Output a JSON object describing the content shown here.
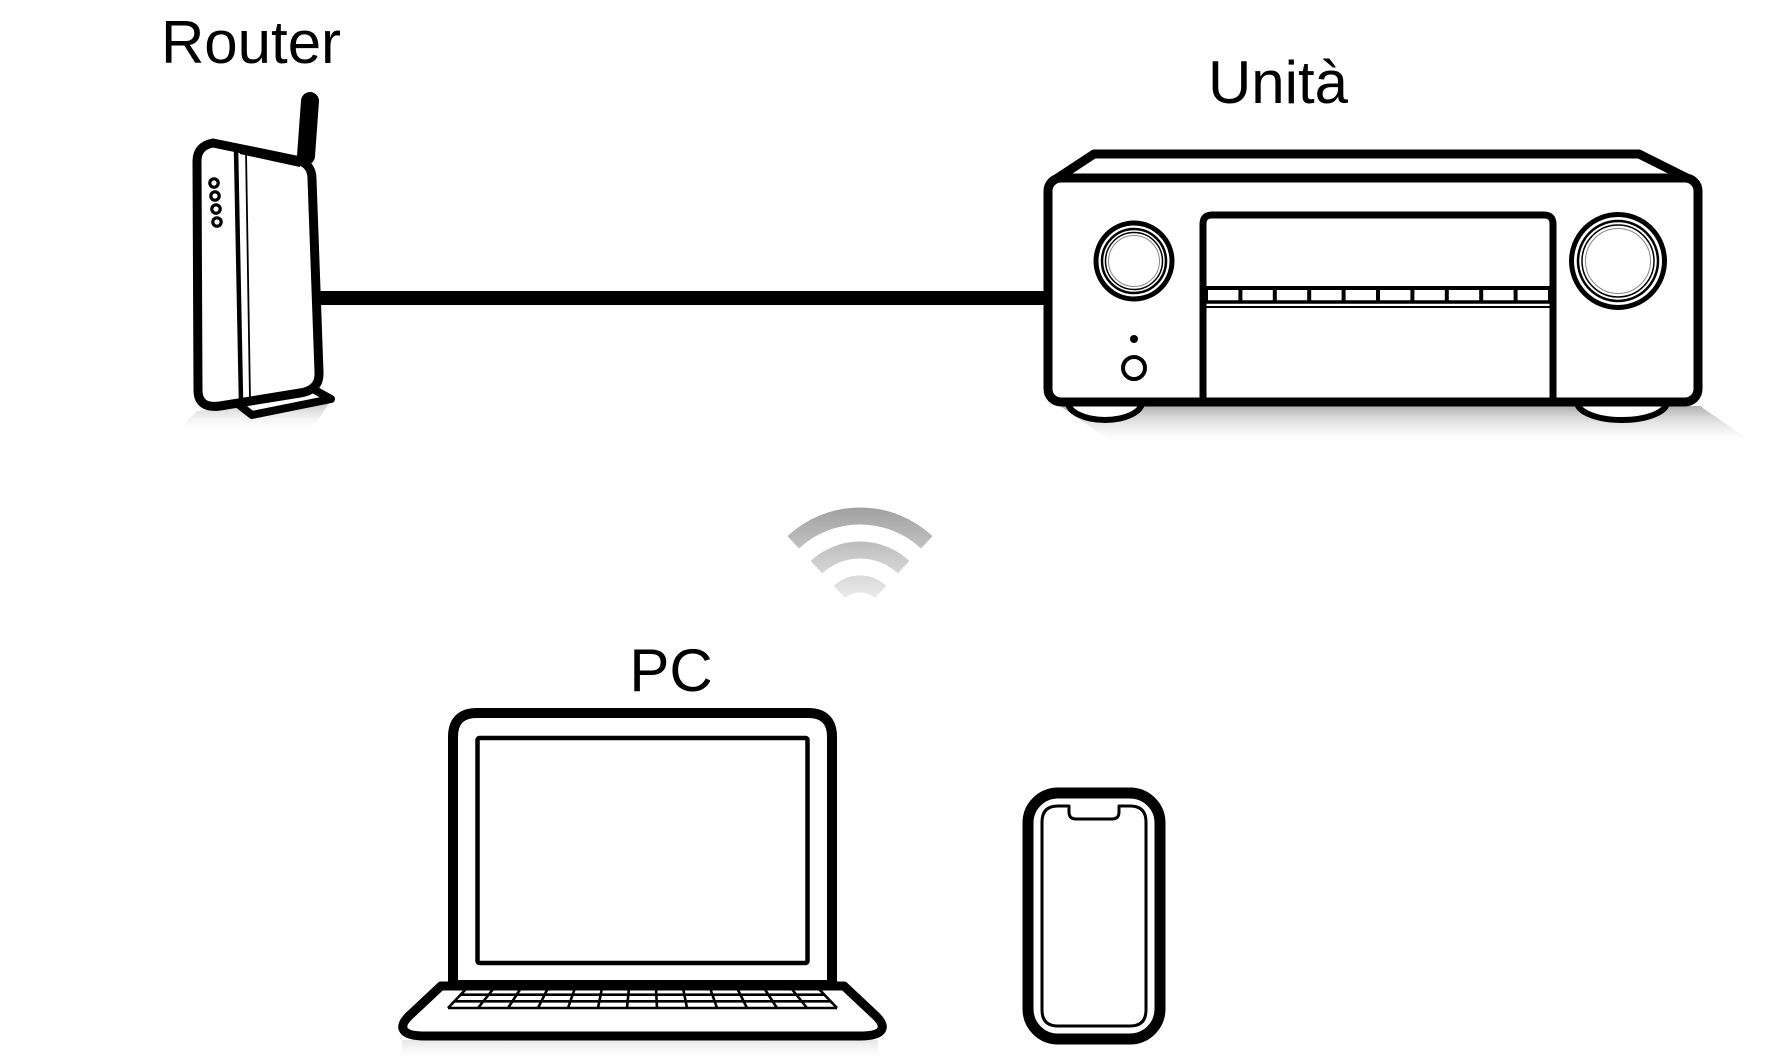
{
  "page": {
    "background": "#ffffff"
  },
  "labels": {
    "router": "Router",
    "unit": "Unità",
    "pc": "PC"
  },
  "colors": {
    "background": "#ffffff",
    "outline": "#000000",
    "wifi_top": "#9e9e9e",
    "wifi_bottom": "#ededed",
    "shadow_dark": "#b0b0b0",
    "shadow_light": "#e6e6e6"
  },
  "diagram": {
    "type": "network-setup",
    "nodes": [
      {
        "id": "router",
        "label": "Router",
        "icon": "wireless-router-icon"
      },
      {
        "id": "unit",
        "label": "Unità",
        "icon": "av-receiver-icon"
      },
      {
        "id": "pc",
        "label": "PC",
        "icon": "laptop-icon"
      },
      {
        "id": "smartphone",
        "label": "",
        "icon": "smartphone-icon"
      }
    ],
    "connections": [
      {
        "from": "router",
        "to": "unit",
        "type": "wired-lan"
      },
      {
        "from": "router",
        "to": "pc",
        "type": "wireless",
        "icon": "wifi-icon"
      },
      {
        "from": "router",
        "to": "smartphone",
        "type": "wireless",
        "icon": "wifi-icon"
      }
    ]
  }
}
